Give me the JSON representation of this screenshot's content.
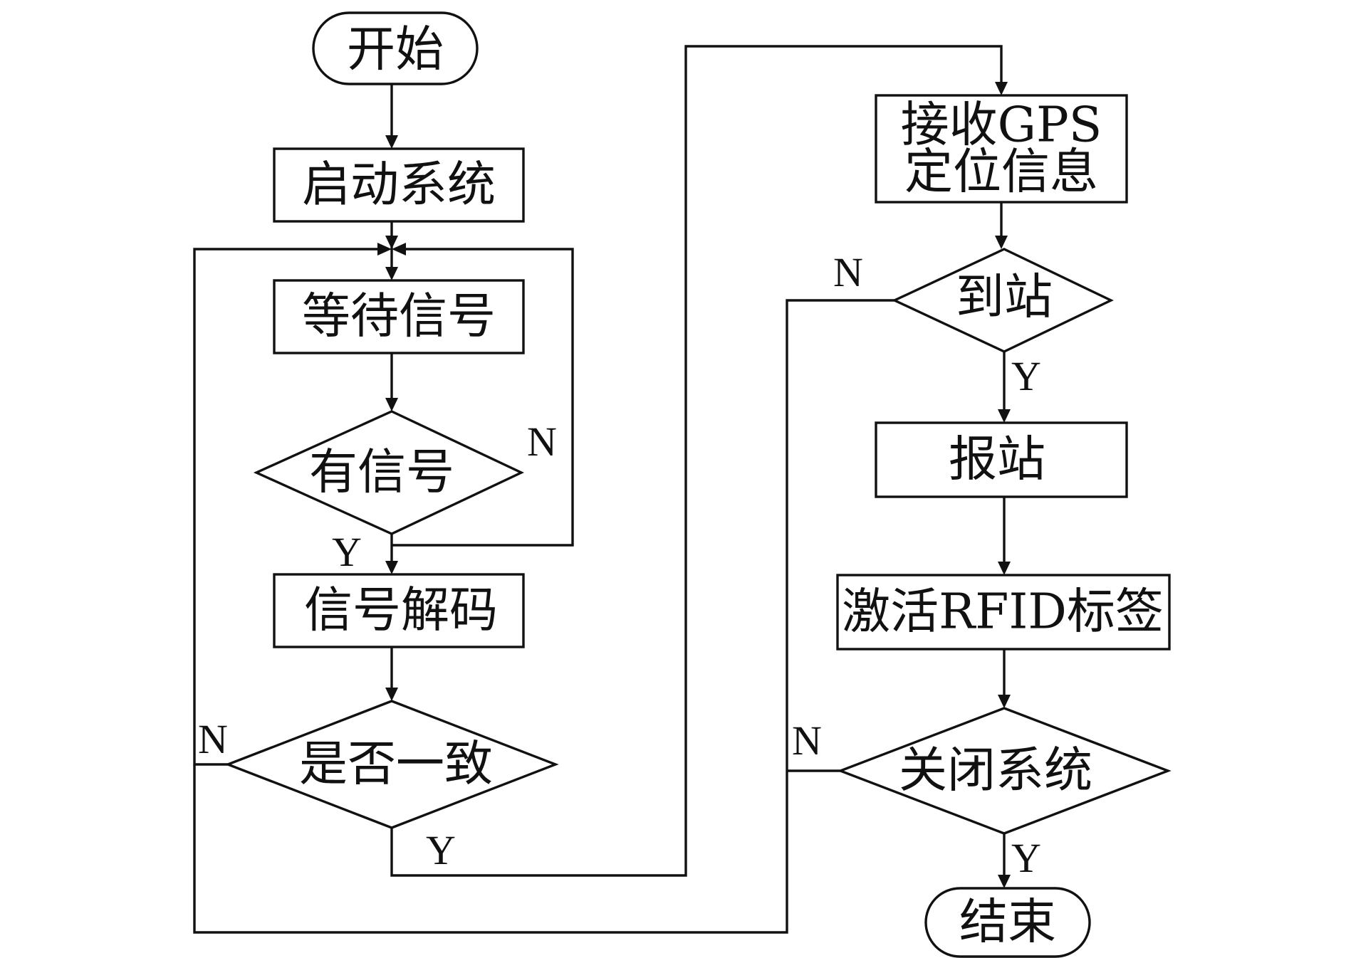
{
  "nodes": {
    "start": "开始",
    "start_system": "启动系统",
    "wait_signal": "等待信号",
    "has_signal": "有信号",
    "decode_signal": "信号解码",
    "consistent": "是否一致",
    "receive_gps_line1": "接收GPS",
    "receive_gps_line2": "定位信息",
    "arrive_station": "到站",
    "announce_station": "报站",
    "activate_rfid": "激活RFID标签",
    "close_system": "关闭系统",
    "end": "结束"
  },
  "branch_labels": {
    "has_signal_no": "N",
    "has_signal_yes": "Y",
    "consistent_no": "N",
    "consistent_yes": "Y",
    "arrive_no": "N",
    "arrive_yes": "Y",
    "close_no": "N",
    "close_yes": "Y"
  }
}
